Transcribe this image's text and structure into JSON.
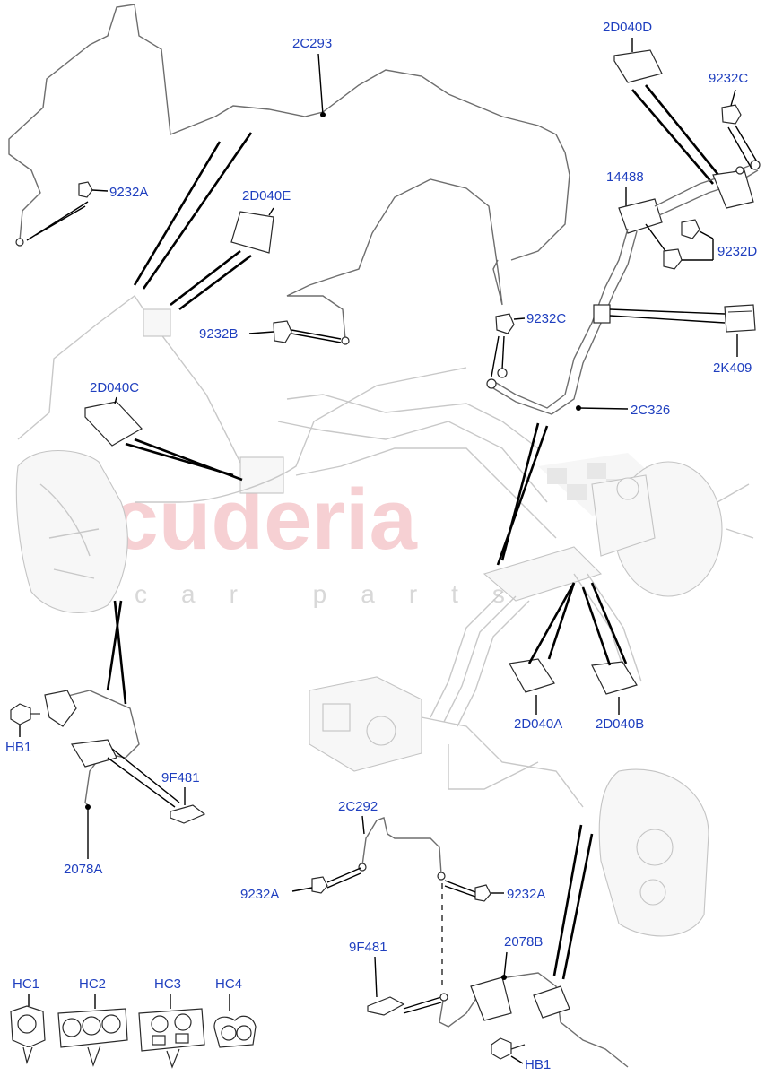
{
  "watermark": {
    "brand": "scuderia",
    "tagline": "car parts"
  },
  "labels": {
    "l2C293": "2C293",
    "l2D040D": "2D040D",
    "l9232C_top": "9232C",
    "l9232A_top": "9232A",
    "l2D040E": "2D040E",
    "l14488": "14488",
    "l9232D": "9232D",
    "l9232B": "9232B",
    "l9232C_mid": "9232C",
    "l2K409": "2K409",
    "l2D040C": "2D040C",
    "l2C326": "2C326",
    "lHB1_left": "HB1",
    "l9F481_left": "9F481",
    "l2078A": "2078A",
    "l2D040A": "2D040A",
    "l2D040B": "2D040B",
    "l2C292": "2C292",
    "l9232A_bl": "9232A",
    "l9232A_br": "9232A",
    "l9F481_bottom": "9F481",
    "l2078B": "2078B",
    "lHC1": "HC1",
    "lHC2": "HC2",
    "lHC3": "HC3",
    "lHC4": "HC4",
    "lHB1_bottom": "HB1"
  },
  "colors": {
    "label": "#1f3fbf",
    "watermark": "#f2b8bd",
    "line": "#000000"
  }
}
